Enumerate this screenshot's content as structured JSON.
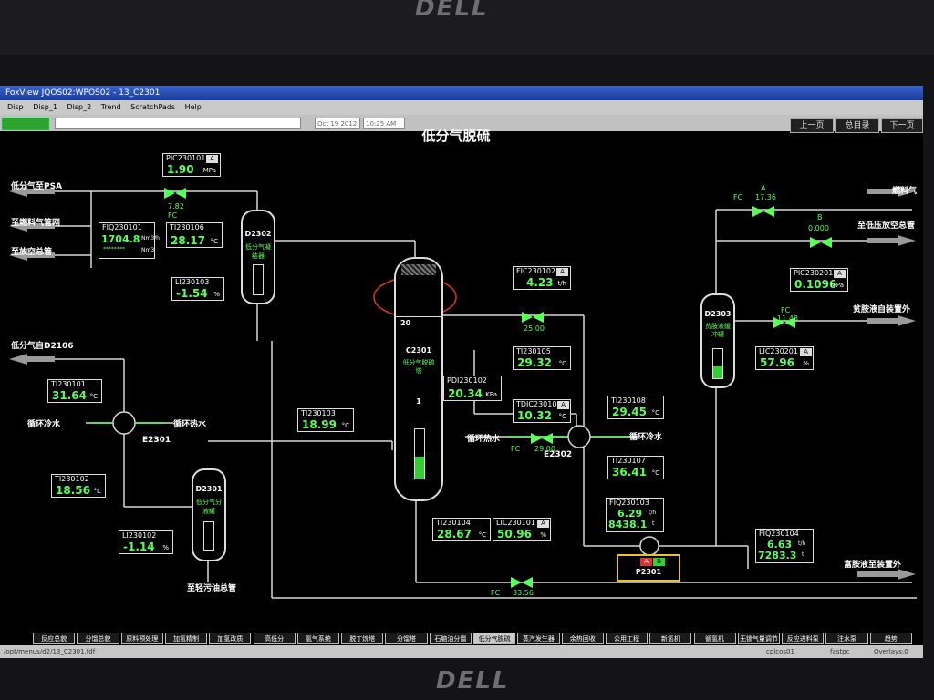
{
  "window": {
    "title": "FoxView JQOS02:WPOS02 - 13_C2301",
    "menu": [
      "Disp",
      "Disp_1",
      "Disp_2",
      "Trend",
      "ScratchPads",
      "Help"
    ],
    "date": "Oct 19 2012",
    "time": "10:25 AM"
  },
  "nav": {
    "prev": "上一页",
    "home": "总目录",
    "next": "下一页"
  },
  "page_title": "低分气脱硫",
  "streams": {
    "to_psa": "低分气至PSA",
    "to_fuel_net": "至燃料气管网",
    "to_vent": "至放空总管",
    "from_d2106": "低分气自D2106",
    "cw_supply_1": "循环冷水",
    "cw_return_1": "循环热水",
    "to_light_oil": "至轻污油总管",
    "fuel_gas": "燃料气",
    "to_lp_vent": "至低压放空总管",
    "lean_amine": "贫胺液自装置外",
    "cw_return_2": "循环热水",
    "cw_supply_2": "循环冷水",
    "rich_amine": "富胺液至装置外"
  },
  "instruments": {
    "pic230101": {
      "tag": "PIC230101",
      "value": "1.90",
      "unit": "MPa",
      "mode": "A"
    },
    "fiq230101": {
      "tag": "FIQ230101",
      "value": "1704.8",
      "unit": "Nm3/h",
      "unit2": "Nm3",
      "total": "********"
    },
    "ti230106": {
      "tag": "TI230106",
      "value": "28.17",
      "unit": "°C"
    },
    "li230103": {
      "tag": "LI230103",
      "value": "-1.54",
      "unit": "%"
    },
    "ti230101": {
      "tag": "TI230101",
      "value": "31.64",
      "unit": "°C"
    },
    "ti230102": {
      "tag": "TI230102",
      "value": "18.56",
      "unit": "°C"
    },
    "li230102": {
      "tag": "LI230102",
      "value": "-1.14",
      "unit": "%"
    },
    "ti230103": {
      "tag": "TI230103",
      "value": "18.99",
      "unit": "°C"
    },
    "pdi230102": {
      "tag": "PDI230102",
      "value": "20.34",
      "unit": "KPa"
    },
    "fic230102": {
      "tag": "FIC230102",
      "value": "4.23",
      "unit": "t/h",
      "mode": "A"
    },
    "ti230105": {
      "tag": "TI230105",
      "value": "29.32",
      "unit": "°C"
    },
    "tdic230105": {
      "tag": "TDIC230105",
      "value": "10.32",
      "unit": "°C",
      "mode": "A"
    },
    "ti230108": {
      "tag": "TI230108",
      "value": "29.45",
      "unit": "°C"
    },
    "ti230107": {
      "tag": "TI230107",
      "value": "36.41",
      "unit": "°C"
    },
    "ti230104": {
      "tag": "TI230104",
      "value": "28.67",
      "unit": "°C"
    },
    "lic230101": {
      "tag": "LIC230101",
      "value": "50.96",
      "unit": "%",
      "mode": "A"
    },
    "fiq230103": {
      "tag": "FIQ230103",
      "value": "6.29",
      "unit": "t/h",
      "total": "8438.1",
      "unit2": "t"
    },
    "fiq230104": {
      "tag": "FIQ230104",
      "value": "6.63",
      "unit": "t/h",
      "total": "7283.3",
      "unit2": "t"
    },
    "pic230201": {
      "tag": "PIC230201",
      "value": "0.1096",
      "unit": "MPa",
      "mode": "A"
    },
    "lic230201": {
      "tag": "LIC230201",
      "value": "57.96",
      "unit": "%",
      "mode": "A"
    }
  },
  "valves": {
    "v_pic230101": {
      "out": "7.82",
      "mode": "FC"
    },
    "v_fic230102": {
      "out": "25.00"
    },
    "v_tdic230105": {
      "out": "29.00",
      "mode": "FC"
    },
    "v_lic230101": {
      "out": "33.56",
      "mode": "FC"
    },
    "v_a": {
      "name": "A",
      "out": "17.36",
      "mode": "FC"
    },
    "v_b": {
      "name": "B",
      "out": "0.000"
    },
    "v_lic230201": {
      "out": "11.48",
      "mode": "FC"
    }
  },
  "equipment": {
    "d2302": {
      "name": "D2302",
      "desc": "低分气凝结器"
    },
    "c2301": {
      "name": "C2301",
      "desc": "低分气脱硫塔",
      "tray_top": "20",
      "tray_bottom": "1"
    },
    "d2301": {
      "name": "D2301",
      "desc": "低分气分液罐"
    },
    "d2303": {
      "name": "D2303",
      "desc": "贫胺液缓冲罐"
    },
    "e2301": {
      "name": "E2301"
    },
    "e2302": {
      "name": "E2302"
    },
    "p2301": {
      "name": "P2301",
      "run": "A",
      "stop": "B"
    }
  },
  "levels": {
    "c2301": 0.45,
    "d2303": 0.42,
    "d2302": 0.0,
    "d2301": 0.0
  },
  "tabs": [
    "反应总貌",
    "分馏总貌",
    "原料预处理",
    "加氢精制",
    "加氢改质",
    "高低分",
    "氢气系统",
    "脱丁烷塔",
    "分馏塔",
    "石脑油分馏",
    "低分气脱硫",
    "蒸汽发生器",
    "余热回收",
    "公用工程",
    "新氢机",
    "循氢机",
    "无锁气量调节",
    "反应进料泵",
    "注水泵",
    "趋势"
  ],
  "active_tab": "低分气脱硫",
  "footer": {
    "path": "/opt/menus/d2/13_C2301.fdf",
    "station": "cplcos01",
    "mode": "fastpc",
    "user": "Overlays:0"
  },
  "colors": {
    "green": "#5aff5a",
    "pipe": "#d8d8d8",
    "pump": "#e6c23a",
    "highlight": "#e03030"
  }
}
